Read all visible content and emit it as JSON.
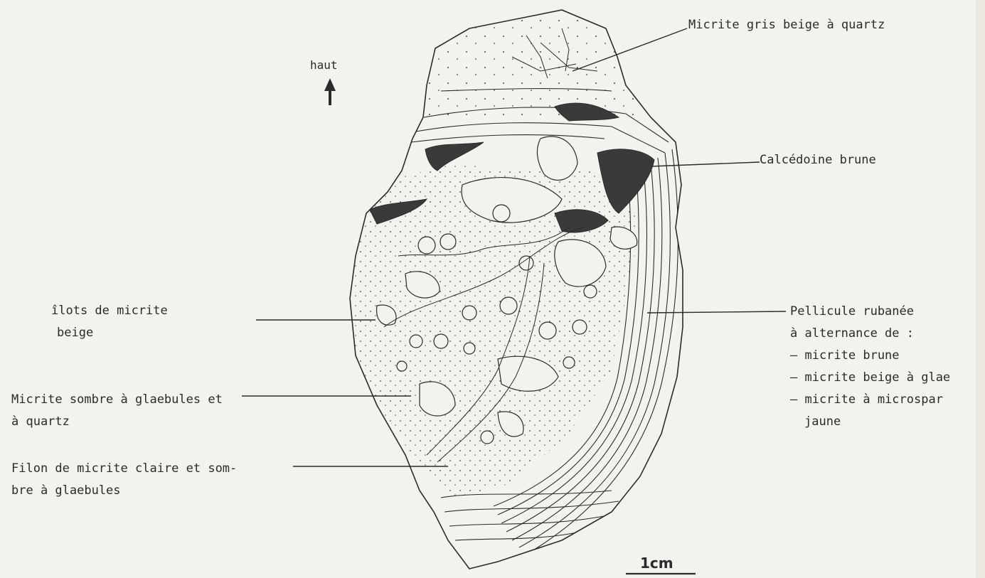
{
  "direction_label": "haut",
  "labels": {
    "micrite_gris": "Micrite gris beige à quartz",
    "calcedoine": "Calcédoine brune",
    "pellicule": [
      "Pellicule rubanée",
      "à alternance de :",
      "– micrite brune",
      "– micrite beige à glae",
      "– micrite à microspar",
      "jaune"
    ],
    "ilots": [
      "îlots de micrite",
      "beige"
    ],
    "micrite_sombre": [
      "Micrite sombre à glaebules et",
      "à quartz"
    ],
    "filon": [
      "Filon de micrite claire et som-",
      "bre à glaebules"
    ]
  },
  "scale_bar": {
    "label": "1cm"
  },
  "colors": {
    "ink": "#2b2b2b",
    "paper": "#f4f2ee",
    "dark_fill": "#3a3a3a"
  }
}
